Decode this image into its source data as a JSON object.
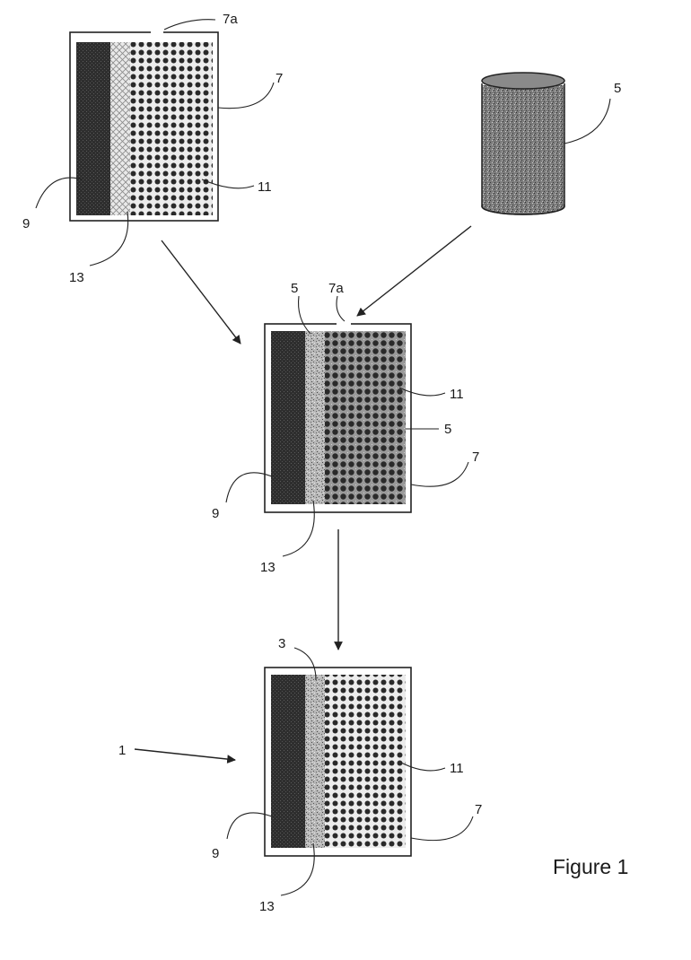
{
  "figure": {
    "caption": "Figure 1",
    "top_assembly": {
      "labels": {
        "opening": "7a",
        "housing": "7",
        "particles": "11",
        "porous_body": "9",
        "interface": "13"
      }
    },
    "cylinder": {
      "label": "5"
    },
    "middle_assembly": {
      "labels": {
        "material_top": "5",
        "opening": "7a",
        "particles": "11",
        "material_side": "5",
        "housing": "7",
        "porous_body": "9",
        "interface": "13"
      }
    },
    "bottom_assembly": {
      "labels": {
        "layer": "3",
        "assembly": "1",
        "particles": "11",
        "housing": "7",
        "porous_body": "9",
        "interface": "13"
      }
    }
  }
}
